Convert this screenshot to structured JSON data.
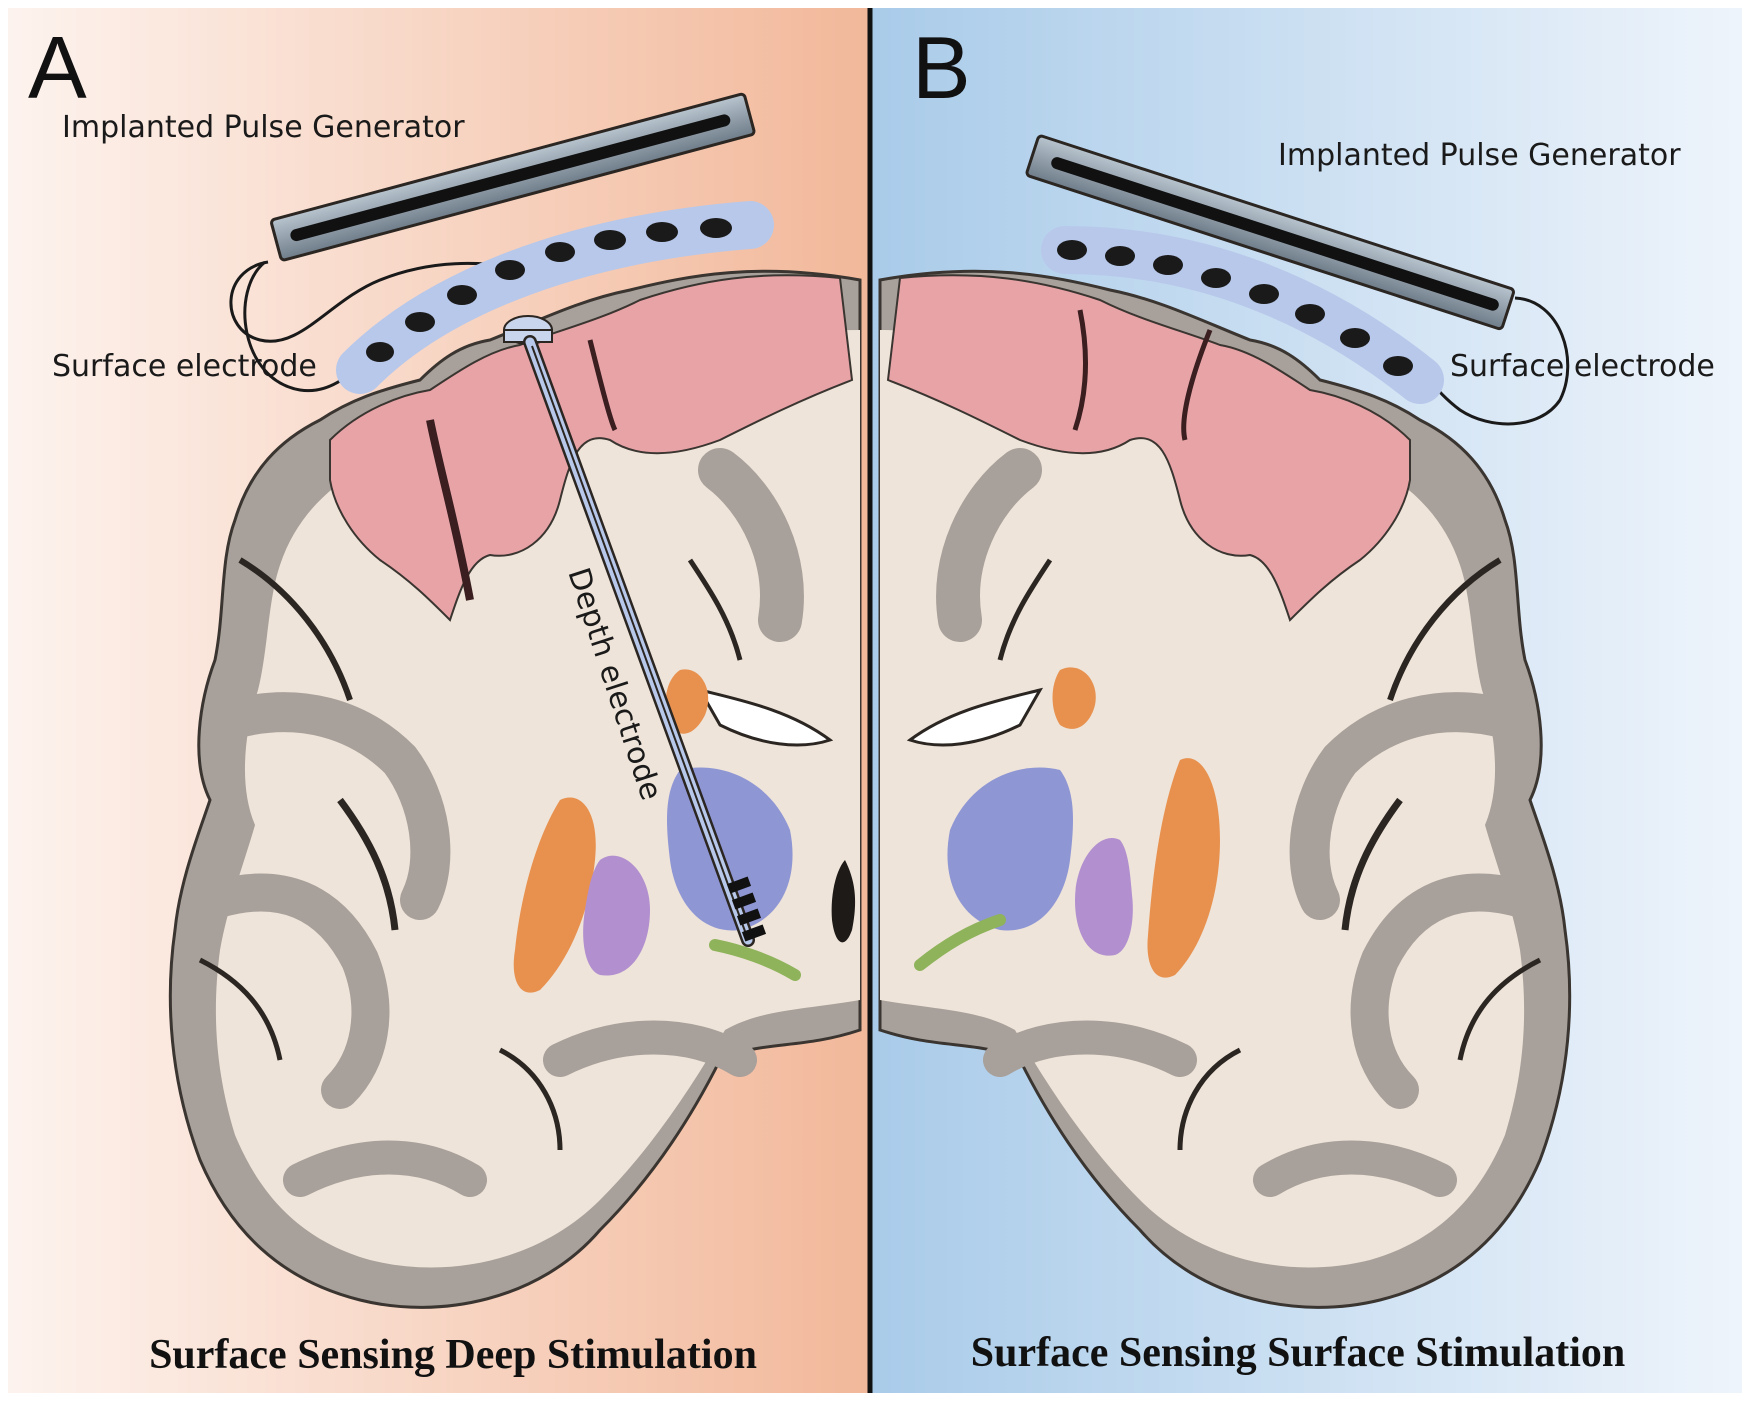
{
  "panels": {
    "a": {
      "letter": "A",
      "generator_label": "Implanted Pulse Generator",
      "surface_label": "Surface electrode",
      "depth_label": "Depth electrode",
      "caption": "Surface Sensing Deep Stimulation"
    },
    "b": {
      "letter": "B",
      "generator_label": "Implanted Pulse Generator",
      "surface_label": "Surface electrode",
      "caption": "Surface Sensing Surface Stimulation"
    }
  },
  "colors": {
    "panel_a_bg": "#f2b89a",
    "panel_b_bg": "#a9cbe9",
    "cortex_gray": "#a59d97",
    "white_matter": "#ede3d8",
    "motor_cortex": "#e59aa0",
    "putamen": "#e8914f",
    "thalamus": "#8f96d4",
    "globus_pallidus": "#b28fcf",
    "subthalamic": "#8fb35b",
    "device": "#8c9aa6",
    "electrode_pad": "#b8c8ea"
  }
}
